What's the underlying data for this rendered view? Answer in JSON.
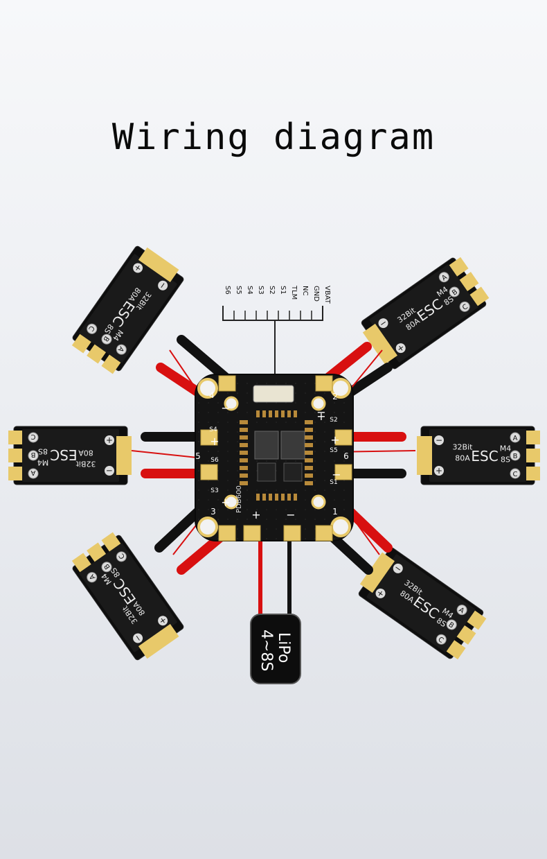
{
  "title": "Wiring diagram",
  "pin_labels": [
    "VBAT",
    "GND",
    "NC",
    "TLM",
    "S1",
    "S2",
    "S3",
    "S4",
    "S5",
    "S6"
  ],
  "board": {
    "model": "PDB600",
    "motor_numbers": [
      "1",
      "2",
      "3",
      "4",
      "5",
      "6"
    ],
    "signal_labels": [
      "S1",
      "S2",
      "S3",
      "S4",
      "S5",
      "S6"
    ],
    "plus": "+",
    "minus": "−"
  },
  "esc": {
    "line1": "32Bit",
    "line2": "80A",
    "brand": "ESC",
    "line3": "M4",
    "line4": "8S",
    "phases": [
      "A",
      "B",
      "C"
    ]
  },
  "battery": {
    "line1": "LiPo",
    "line2": "4~8S"
  },
  "colors": {
    "board": "#151515",
    "pad": "#e8c96a",
    "red_wire": "#d81010",
    "black_wire": "#111111",
    "text": "#0a0a0a"
  }
}
